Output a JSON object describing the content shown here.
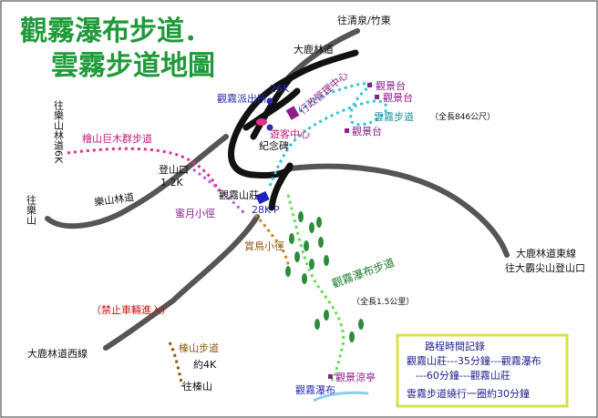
{
  "title": {
    "line1": "觀霧瀑布步道．",
    "line2": "雲霧步道地圖"
  },
  "colors": {
    "title": "#1f9a3a",
    "road": "#555555",
    "main_road": "#111111",
    "trail_pink": "#e0308a",
    "trail_teal": "#33c6cf",
    "trail_green": "#66dd55",
    "trail_brown": "#c08a2a",
    "trail_purple": "#b660d0",
    "tree": "#2e8b3a",
    "legend_border": "#d8e04a"
  },
  "roads": {
    "to_qingquan": "往清泉/竹東",
    "dalu_forest_road": "大鹿林道",
    "leshan_road": "樂山林道",
    "dalu_east": "大鹿林道東線",
    "to_dabajian": "往大霸尖山登山口",
    "dalu_west": "大鹿林道西線",
    "to_leshan": "往樂山",
    "to_leshan_6k": "往樂山林道6K",
    "to_zhenshan": "往榛山"
  },
  "places": {
    "police_station": "觀霧派出所",
    "km_26": "26K",
    "admin_center": "行政管理中心",
    "visitor_center": "遊客中心",
    "monument": "紀念碑",
    "trailhead": "登山口",
    "trailhead_dist": "1.2K",
    "lodge": "觀霧山莊",
    "km_28": "28K",
    "parking": "P",
    "viewpoint_1": "觀景台",
    "viewpoint_2": "觀景台",
    "viewpoint_3": "觀景台",
    "waterfall_pavilion": "觀景涼亭",
    "waterfall": "觀霧瀑布"
  },
  "trails": {
    "cypress_trail": "檜山巨木群步道",
    "honeymoon_path": "蜜月小徑",
    "bird_path": "賞鳥小徑",
    "yunwu_trail": "雲霧步道",
    "yunwu_length": "（全長846公尺）",
    "waterfall_trail": "觀霧瀑布步道",
    "waterfall_length": "（全長1.5公里）",
    "zhenshan_trail": "榛山步道",
    "zhenshan_dist": "約4K"
  },
  "notice": "（禁止車輛進入）",
  "legend": {
    "title": "路程時間記錄",
    "line1": "觀霧山莊---35分鐘---觀霧瀑布",
    "line2": "---60分鐘---觀霧山莊",
    "line3": "雲霧步道繞行一圈約30分鐘"
  }
}
